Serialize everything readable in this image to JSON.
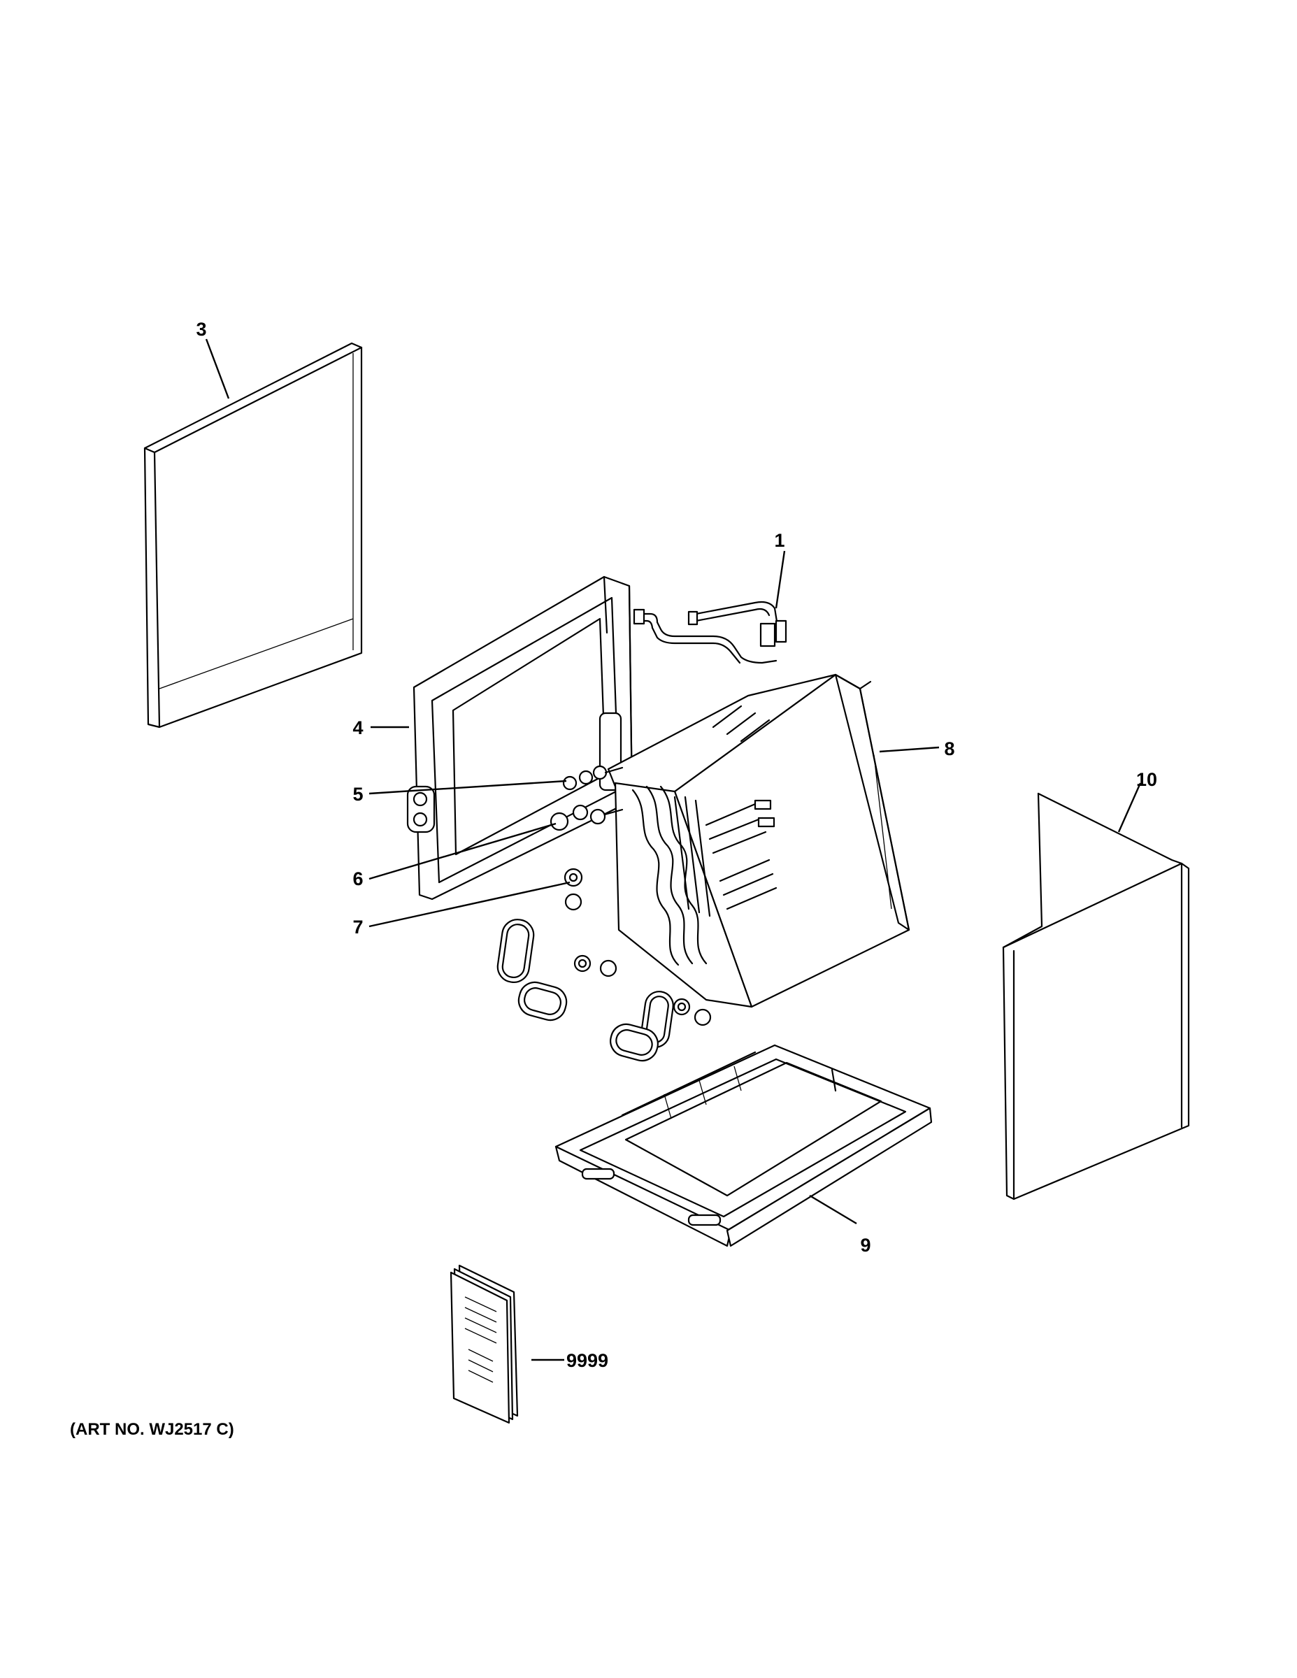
{
  "callouts": {
    "c1": "1",
    "c3": "3",
    "c4": "4",
    "c5": "5",
    "c6": "6",
    "c7": "7",
    "c8": "8",
    "c9": "9",
    "c10": "10",
    "c9999": "9999"
  },
  "art_number": "(ART NO. WJ2517 C)"
}
